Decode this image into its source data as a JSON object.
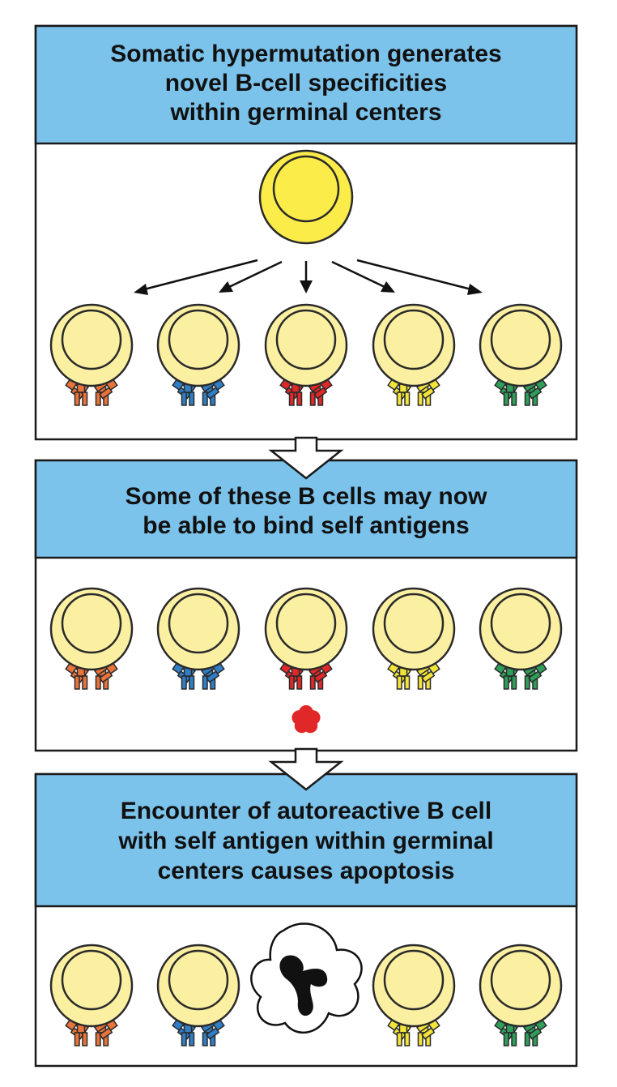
{
  "panels": [
    {
      "id": "panel-1",
      "header_lines": [
        "Somatic hypermutation generates",
        "novel B-cell specificities",
        "within germinal centers"
      ]
    },
    {
      "id": "panel-2",
      "header_lines": [
        "Some of these B cells may now",
        "be able to bind self antigens"
      ]
    },
    {
      "id": "panel-3",
      "header_lines": [
        "Encounter of autoreactive B cell",
        "with self antigen within germinal",
        "centers causes apoptosis"
      ]
    }
  ],
  "colors": {
    "header_bg": "#7cc3ec",
    "border": "#1a1a1a",
    "cell_fill": "#fbf0a2",
    "parent_cell_fill": "#fcec4a",
    "cell_stroke": "#2a2a2a",
    "receptor_colors": [
      "#e8743b",
      "#2f7fc6",
      "#e02828",
      "#f2e43a",
      "#2f9e5a"
    ],
    "self_antigen": "#e02828",
    "apoptotic_nucleus": "#111111"
  },
  "receptor_color_names": [
    "orange",
    "blue",
    "red",
    "yellow",
    "green"
  ],
  "icons": {
    "parent_cell": "germinal-center-b-cell-icon",
    "daughter_cell": "b-cell-icon",
    "self_antigen": "self-antigen-icon",
    "apoptotic_cell": "apoptotic-cell-icon",
    "flow_arrow": "down-block-arrow-icon"
  }
}
